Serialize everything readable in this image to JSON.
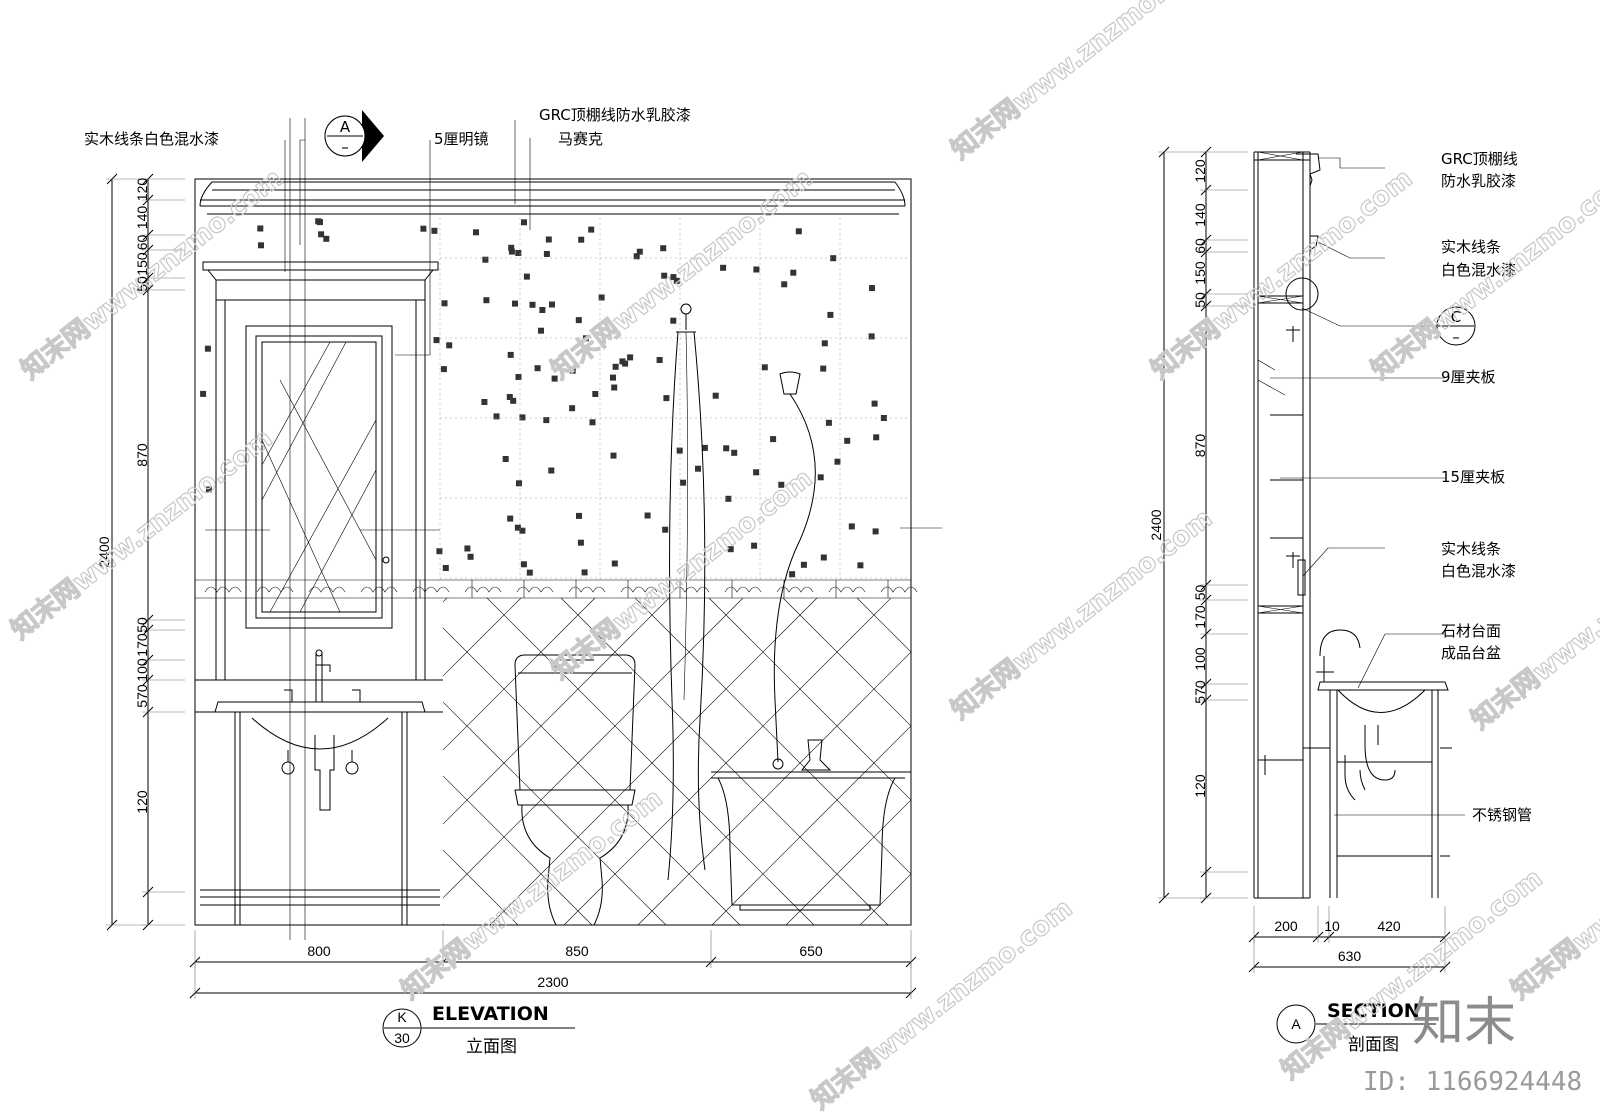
{
  "elevation": {
    "labels": {
      "wood_trim": "实木线条白色混水漆",
      "grc": "GRC顶棚线防水乳胶漆",
      "mirror": "5厘明镜",
      "mosaic": "马赛克"
    },
    "marker_a": "A",
    "marker_a_sub": "–",
    "vertical_dims": [
      "120",
      "140",
      "60",
      "150",
      "50",
      "870",
      "50",
      "170",
      "100",
      "570",
      "120"
    ],
    "total_height": "2400",
    "horizontal_dims": [
      "800",
      "850",
      "650"
    ],
    "total_width": "2300",
    "title": "ELEVATION",
    "subtitle": "立面图",
    "bubble_top": "K",
    "bubble_bottom": "30"
  },
  "section": {
    "labels": {
      "grc_1": "GRC顶棚线",
      "grc_2": "防水乳胶漆",
      "trim_1": "实木线条",
      "trim_2": "白色混水漆",
      "ply9": "9厘夹板",
      "ply15": "15厘夹板",
      "trim2_1": "实木线条",
      "trim2_2": "白色混水漆",
      "stone_1": "石材台面",
      "stone_2": "成品台盆",
      "pipe": "不锈钢管"
    },
    "marker_c": "C",
    "marker_c_sub": "–",
    "vertical_dims": [
      "120",
      "140",
      "60",
      "150",
      "50",
      "870",
      "50",
      "170",
      "100",
      "570",
      "120"
    ],
    "total_height": "2400",
    "horizontal_dims": [
      "200",
      "10",
      "420"
    ],
    "total_width": "630",
    "title": "SECTION",
    "subtitle": "剖面图",
    "bubble": "A"
  },
  "watermark": {
    "repeated": "知末网www.znzmo.com",
    "brand": "知末",
    "id": "ID: 1166924448"
  }
}
